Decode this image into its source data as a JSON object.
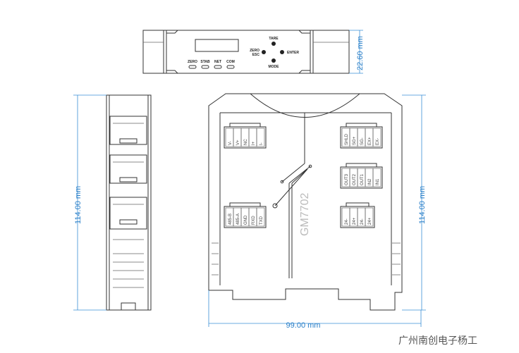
{
  "top_view": {
    "leds": [
      "ZERO",
      "STAB",
      "NET",
      "COM"
    ],
    "buttons": {
      "up": "TARE",
      "left": "ZERO",
      "left2": "ESC",
      "right": "ENTER",
      "down": "MODE"
    }
  },
  "dimensions": {
    "height": "22.60 mm",
    "length_side": "114.00 mm",
    "length_front": "114.00 mm",
    "width": "99.00 mm"
  },
  "model": "GM7702",
  "connectors": [
    {
      "id": "power",
      "pins": [
        "V-",
        "V+",
        "NC",
        "I+",
        "I-"
      ]
    },
    {
      "id": "sensor",
      "pins": [
        "SHLD",
        "SG+",
        "SG-",
        "EX+",
        "EX-"
      ]
    },
    {
      "id": "io",
      "pins": [
        "OUT3",
        "OUT2",
        "OUT1",
        "IN2",
        "IN1"
      ]
    },
    {
      "id": "rs485",
      "pins": [
        "485-B",
        "485-A",
        "GND",
        "RXD",
        "TXD"
      ]
    },
    {
      "id": "supply",
      "pins": [
        "24-",
        "24+",
        "24-",
        "24+"
      ]
    }
  ],
  "watermark": "广州南创电子杨工"
}
